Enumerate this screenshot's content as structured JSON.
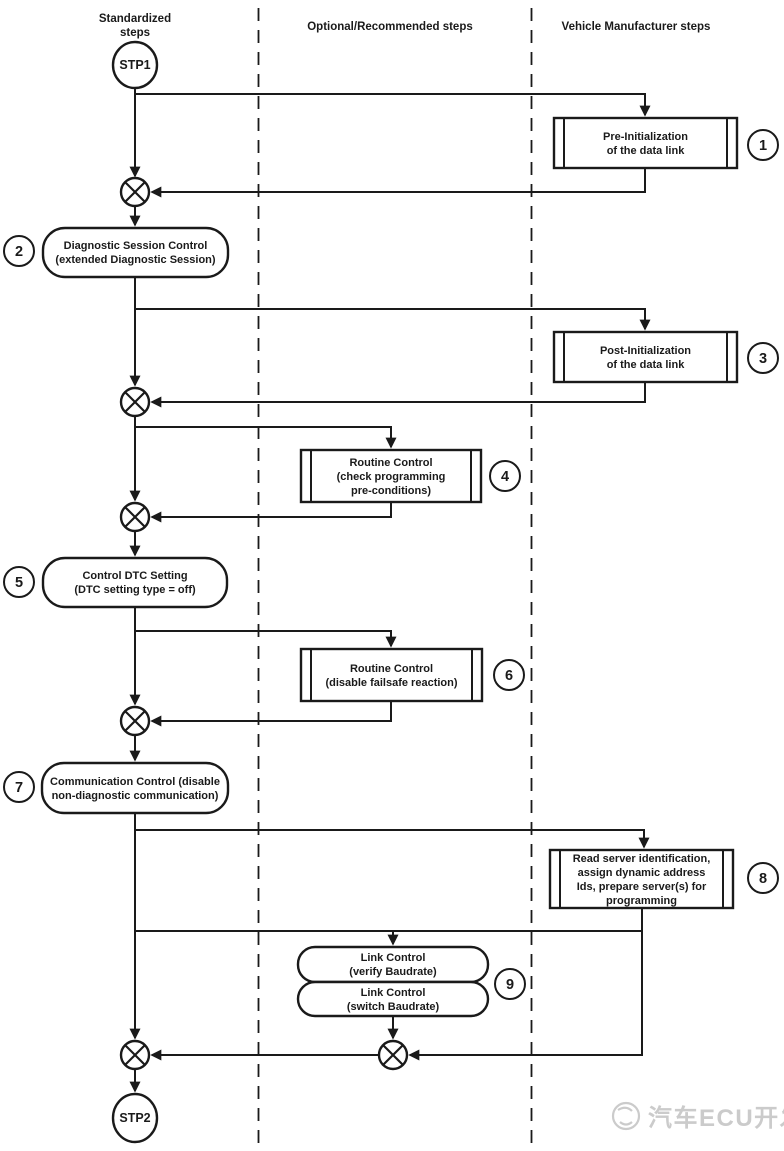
{
  "colors": {
    "line": "#1a1a1a",
    "watermark": "#cbcbcb",
    "background": "#ffffff"
  },
  "columns": {
    "standardized": {
      "line1": "Standardized",
      "line2": "steps"
    },
    "optional": {
      "label": "Optional/Recommended steps"
    },
    "manufacturer": {
      "label": "Vehicle Manufacturer steps"
    }
  },
  "terminals": {
    "start": "STP1",
    "end": "STP2"
  },
  "nodes": {
    "box1": {
      "num": "1",
      "lines": [
        "Pre-Initialization",
        "of the data link"
      ]
    },
    "box2": {
      "num": "2",
      "lines": [
        "Diagnostic Session Control",
        "(extended Diagnostic Session)"
      ]
    },
    "box3": {
      "num": "3",
      "lines": [
        "Post-Initialization",
        "of the data link"
      ]
    },
    "box4": {
      "num": "4",
      "lines": [
        "Routine Control",
        "(check programming",
        "pre-conditions)"
      ]
    },
    "box5": {
      "num": "5",
      "lines": [
        "Control DTC Setting",
        "(DTC setting type = off)"
      ]
    },
    "box6": {
      "num": "6",
      "lines": [
        "Routine Control",
        "(disable failsafe reaction)"
      ]
    },
    "box7": {
      "num": "7",
      "lines": [
        "Communication Control (disable",
        "non-diagnostic communication)"
      ]
    },
    "box8": {
      "num": "8",
      "lines": [
        "Read server identification,",
        "assign dynamic address",
        "Ids, prepare server(s) for",
        "programming"
      ]
    },
    "box9a": {
      "lines": [
        "Link Control",
        "(verify Baudrate)"
      ]
    },
    "box9b": {
      "lines": [
        "Link Control",
        "(switch Baudrate)"
      ]
    },
    "box9_num": "9"
  },
  "watermark": {
    "text": "汽车ECU开发"
  }
}
